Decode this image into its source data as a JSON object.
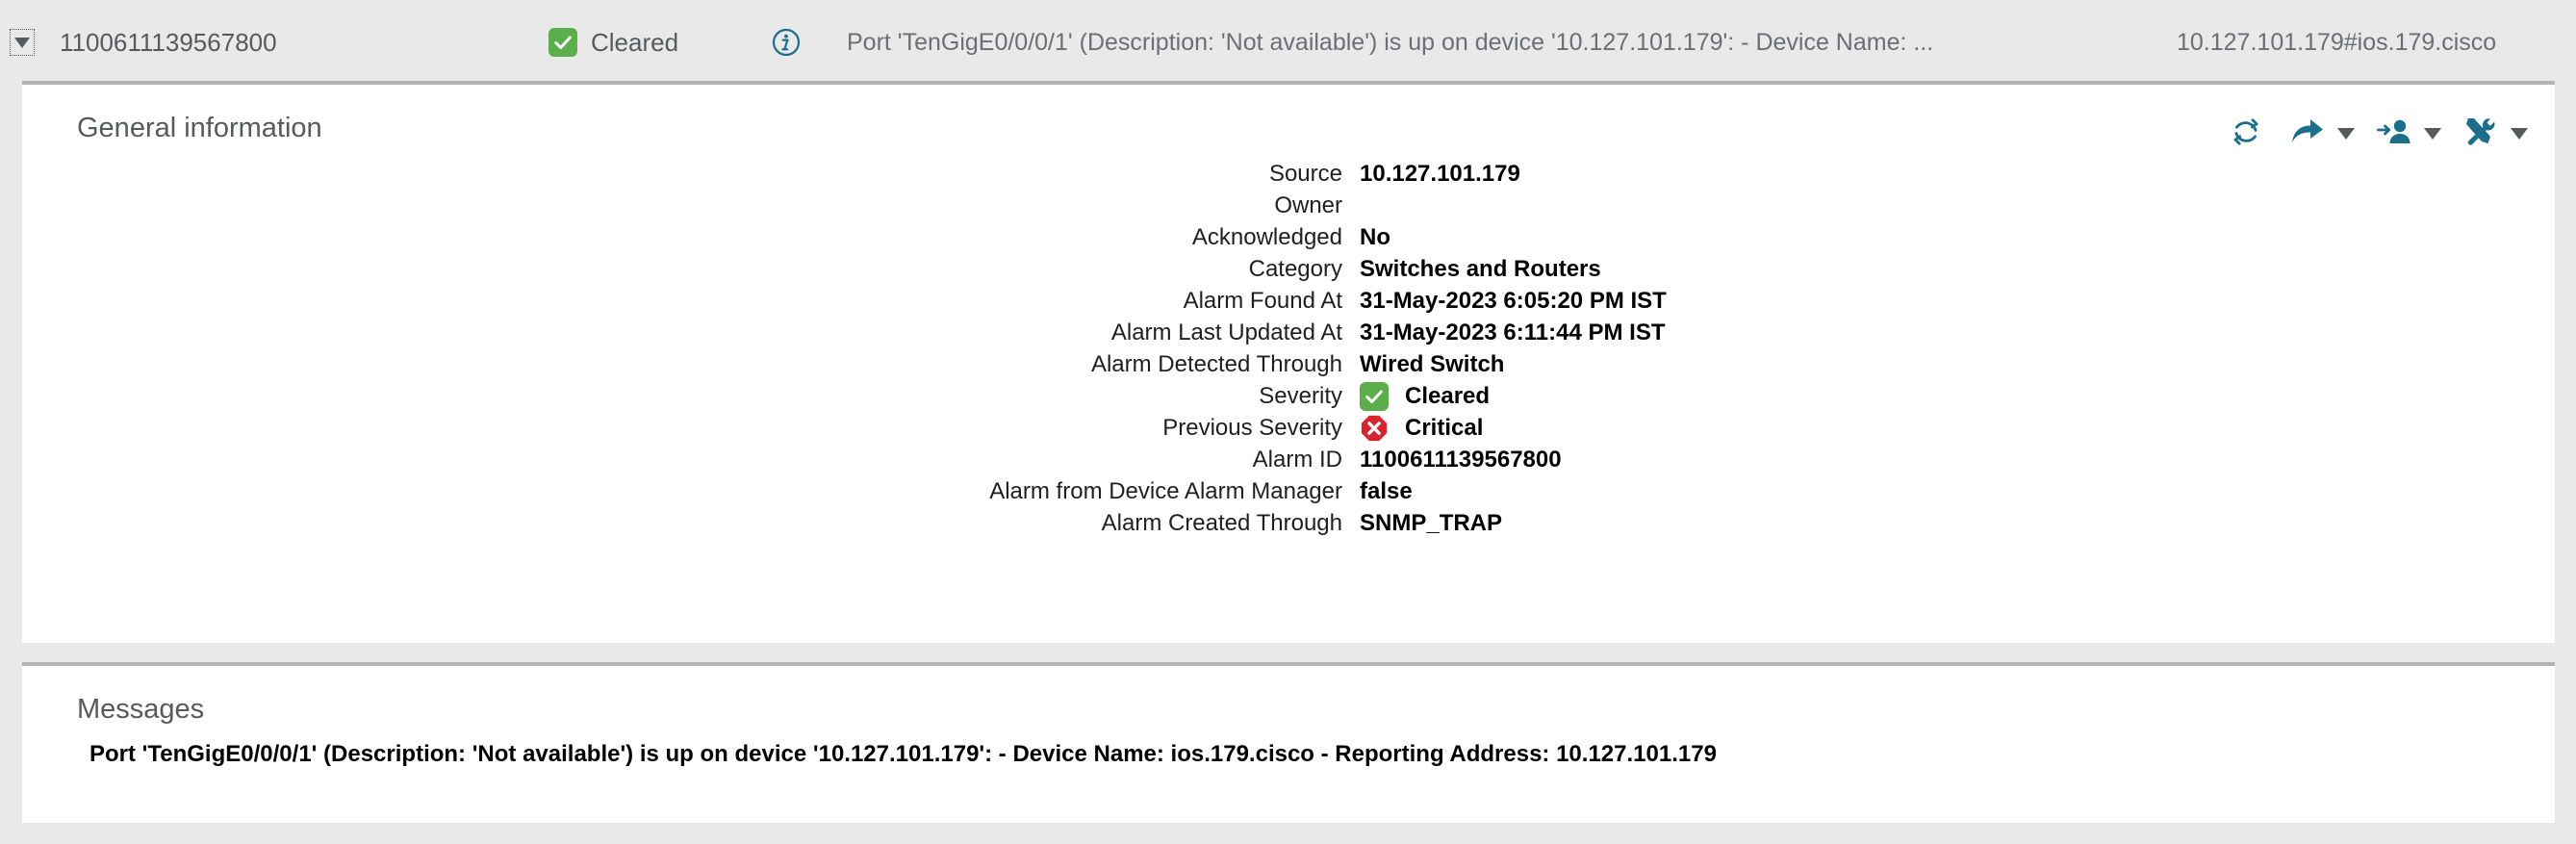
{
  "top_row": {
    "expander_icon": "triangle-down-icon",
    "alarm_id": "1100611139567800",
    "severity": {
      "icon": "check-square-icon",
      "label": "Cleared",
      "color": "#5aaf4a"
    },
    "info_icon": "info-circle-icon",
    "message": "Port 'TenGigE0/0/0/1' (Description: 'Not available') is up on device '10.127.101.179': - Device Name: ...",
    "device": "10.127.101.179#ios.179.cisco"
  },
  "general_panel": {
    "title": "General information",
    "actions": [
      {
        "name": "refresh-icon",
        "icon": "sync-refresh-icon",
        "has_caret": false
      },
      {
        "name": "forward-icon",
        "icon": "forward-arrow-icon",
        "has_caret": true
      },
      {
        "name": "assign-user-icon",
        "icon": "assign-user-icon",
        "has_caret": true
      },
      {
        "name": "troubleshoot-icon",
        "icon": "tools-wrench-screwdriver-icon",
        "has_caret": true
      }
    ],
    "accent_color": "#1b6e8c",
    "fields": [
      {
        "label": "Source",
        "value": "10.127.101.179"
      },
      {
        "label": "Owner",
        "value": ""
      },
      {
        "label": "Acknowledged",
        "value": "No"
      },
      {
        "label": "Category",
        "value": "Switches and Routers"
      },
      {
        "label": "Alarm Found At",
        "value": "31-May-2023 6:05:20 PM IST"
      },
      {
        "label": "Alarm Last Updated At",
        "value": "31-May-2023 6:11:44 PM IST"
      },
      {
        "label": "Alarm Detected Through",
        "value": "Wired Switch"
      },
      {
        "label": "Severity",
        "value": "Cleared",
        "icon": "check-square-icon",
        "icon_color": "#5aaf4a"
      },
      {
        "label": "Previous Severity",
        "value": "Critical",
        "icon": "x-octagon-icon",
        "icon_color": "#d9232d"
      },
      {
        "label": "Alarm ID",
        "value": "1100611139567800"
      },
      {
        "label": "Alarm from Device Alarm Manager",
        "value": "false"
      },
      {
        "label": "Alarm Created Through",
        "value": "SNMP_TRAP"
      }
    ]
  },
  "messages_panel": {
    "title": "Messages",
    "message": "Port 'TenGigE0/0/0/1' (Description: 'Not available') is up on device '10.127.101.179': - Device Name: ios.179.cisco - Reporting Address: 10.127.101.179"
  }
}
